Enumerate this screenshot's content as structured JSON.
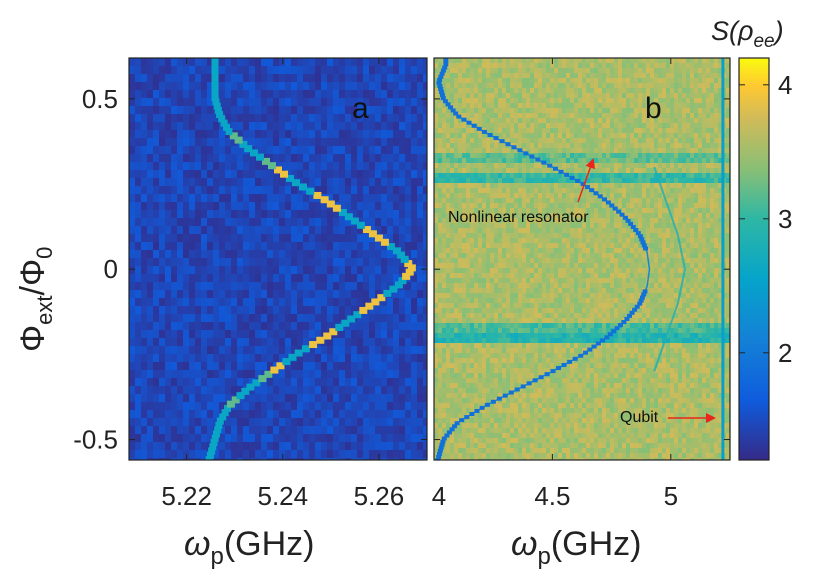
{
  "chart_data": [
    {
      "type": "heatmap",
      "panel_label": "a",
      "xlabel_base": "ω",
      "xlabel_sub": "p",
      "xlabel_unit": "(GHz)",
      "ylabel": "Φext/Φ0",
      "ylabel_parts": {
        "main": "Φ",
        "sub": "ext",
        "slash": "/",
        "main2": "Φ",
        "sub2": "0"
      },
      "xlim": [
        5.208,
        5.27
      ],
      "ylim": [
        -0.56,
        0.62
      ],
      "xticks": [
        5.22,
        5.24,
        5.26
      ],
      "xtick_labels": [
        "5.22",
        "5.24",
        "5.26"
      ],
      "yticks": [
        0.5,
        0,
        -0.5
      ],
      "ytick_labels": [
        "0.5",
        "0",
        "-0.5"
      ],
      "background_level": 1.45,
      "resonance_curve": {
        "description": "resonance frequency vs flux",
        "center_x": 5.267,
        "edge_x": 5.226,
        "period": 1.0,
        "points": [
          {
            "y": -0.5,
            "x": 5.226
          },
          {
            "y": -0.45,
            "x": 5.227
          },
          {
            "y": -0.4,
            "x": 5.229
          },
          {
            "y": -0.35,
            "x": 5.233
          },
          {
            "y": -0.3,
            "x": 5.238
          },
          {
            "y": -0.25,
            "x": 5.243
          },
          {
            "y": -0.2,
            "x": 5.249
          },
          {
            "y": -0.15,
            "x": 5.254
          },
          {
            "y": -0.1,
            "x": 5.259
          },
          {
            "y": -0.05,
            "x": 5.264
          },
          {
            "y": 0.0,
            "x": 5.267
          },
          {
            "y": 0.05,
            "x": 5.264
          },
          {
            "y": 0.1,
            "x": 5.259
          },
          {
            "y": 0.15,
            "x": 5.254
          },
          {
            "y": 0.2,
            "x": 5.249
          },
          {
            "y": 0.25,
            "x": 5.243
          },
          {
            "y": 0.3,
            "x": 5.238
          },
          {
            "y": 0.35,
            "x": 5.233
          },
          {
            "y": 0.4,
            "x": 5.229
          },
          {
            "y": 0.45,
            "x": 5.227
          },
          {
            "y": 0.5,
            "x": 5.226
          },
          {
            "y": 0.6,
            "x": 5.226
          }
        ]
      }
    },
    {
      "type": "heatmap",
      "panel_label": "b",
      "xlabel_base": "ω",
      "xlabel_sub": "p",
      "xlabel_unit": "(GHz)",
      "xlim": [
        4.0,
        5.25
      ],
      "ylim": [
        -0.56,
        0.62
      ],
      "xticks": [
        4,
        4.5,
        5
      ],
      "xtick_labels": [
        "4",
        "4.5",
        "5"
      ],
      "background_level": 3.55,
      "horizontal_bands": [
        {
          "y": 0.33,
          "level": 3.2
        },
        {
          "y": 0.28,
          "level": 3.0
        },
        {
          "y": -0.17,
          "level": 3.1
        },
        {
          "y": -0.19,
          "level": 2.9
        }
      ],
      "resonator_curve": {
        "points": [
          {
            "y": -0.55,
            "x": 4.02
          },
          {
            "y": -0.5,
            "x": 4.04
          },
          {
            "y": -0.45,
            "x": 4.1
          },
          {
            "y": -0.4,
            "x": 4.22
          },
          {
            "y": -0.35,
            "x": 4.36
          },
          {
            "y": -0.3,
            "x": 4.5
          },
          {
            "y": -0.25,
            "x": 4.63
          },
          {
            "y": -0.2,
            "x": 4.73
          },
          {
            "y": -0.15,
            "x": 4.81
          },
          {
            "y": -0.1,
            "x": 4.87
          },
          {
            "y": -0.05,
            "x": 4.9
          },
          {
            "y": 0.0,
            "x": 4.91
          },
          {
            "y": 0.05,
            "x": 4.9
          },
          {
            "y": 0.1,
            "x": 4.87
          },
          {
            "y": 0.15,
            "x": 4.81
          },
          {
            "y": 0.2,
            "x": 4.73
          },
          {
            "y": 0.25,
            "x": 4.63
          },
          {
            "y": 0.3,
            "x": 4.5
          },
          {
            "y": 0.35,
            "x": 4.36
          },
          {
            "y": 0.4,
            "x": 4.22
          },
          {
            "y": 0.45,
            "x": 4.1
          },
          {
            "y": 0.5,
            "x": 4.04
          },
          {
            "y": 0.55,
            "x": 4.02
          },
          {
            "y": 0.6,
            "x": 4.05
          }
        ]
      },
      "faint_curve": {
        "points": [
          {
            "y": -0.3,
            "x": 4.93
          },
          {
            "y": -0.2,
            "x": 4.98
          },
          {
            "y": -0.1,
            "x": 5.03
          },
          {
            "y": 0.0,
            "x": 5.06
          },
          {
            "y": 0.1,
            "x": 5.03
          },
          {
            "y": 0.2,
            "x": 4.98
          },
          {
            "y": 0.3,
            "x": 4.93
          }
        ]
      },
      "qubit_line_x": 5.22,
      "annotations": [
        {
          "text": "Nonlinear resonator",
          "arrow_to": {
            "x": 4.68,
            "y": 0.33
          }
        },
        {
          "text": "Qubit",
          "arrow_to": {
            "x": 5.2,
            "y": -0.45
          }
        }
      ]
    }
  ],
  "colorbar": {
    "label_main": "S(ρ",
    "label_sub": "ee",
    "label_close": ")",
    "range": [
      1.2,
      4.2
    ],
    "ticks": [
      4,
      3,
      2
    ],
    "tick_labels": [
      "4",
      "3",
      "2"
    ],
    "colormap": "parula"
  }
}
